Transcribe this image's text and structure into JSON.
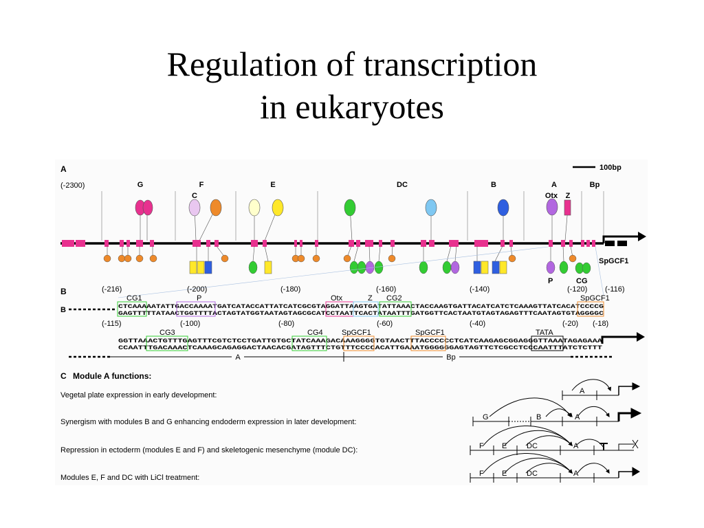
{
  "slide": {
    "title_line1": "Regulation of transcription",
    "title_line2": "in eukaryotes"
  },
  "panel_a": {
    "label": "A",
    "position_label": "(-2300)",
    "scale_label": "100bp",
    "modules": [
      "G",
      "F",
      "E",
      "DC",
      "B",
      "A",
      "Bp"
    ],
    "factor_labels": {
      "c": "C",
      "otx": "Otx",
      "z": "Z",
      "p": "P",
      "cg": "CG",
      "spgcf1": "SpGCF1"
    }
  },
  "panel_b": {
    "label": "B",
    "strand_label": "B",
    "row1": {
      "positions": [
        "(-216)",
        "(-200)",
        "(-180)",
        "(-160)",
        "(-140)",
        "(-120)",
        "(-116)"
      ],
      "sites": [
        "CG1",
        "P",
        "Otx",
        "Z",
        "CG2",
        "SpGCF1"
      ],
      "top_seq": "CTCAAAAATATTGACCAAAATGATCATACCATTATCATCGCGTAGGATTAAGTGATATTAAACTACCAAGTGATTACATCATCTCAAAGTTATCACATCCCCG",
      "bottom_seq": "GAGTTTTTATAACTGGTTTTACTAGTATGGTAATAGTAGCGCATCCTAATTCACTATAATTTGATGGTTCACTAATGTAGTAGAGTTTCAATAGTGTAGGGGC"
    },
    "row2": {
      "positions": [
        "(-115)",
        "(-100)",
        "(-80)",
        "(-60)",
        "(-40)",
        "(-20)",
        "(-18)"
      ],
      "sites": [
        "CG3",
        "CG4",
        "SpGCF1",
        "SpGCF1",
        "TATA"
      ],
      "top_seq": "GGTTAAACTGTTTGAGTTTCGTCTCCTGATTGTGCTATCAAAGACAAAGGGGTGTAACTTTACCCCCCTCATCAAGAGCGGAGGGTTAAATAGAGAAA",
      "bottom_seq": "CCAATTTGACAAACTCAAAGCAGAGGACTAACACGATAGTTTCTGTTTCCCCACATTGAAATGGGGGGAGTAGTTCTCGCCTCCCAATTTATCTCTTT"
    },
    "region_labels": [
      "A",
      "Bp"
    ]
  },
  "panel_c": {
    "label": "C",
    "heading": "Module A functions:",
    "rows": [
      {
        "text": "Vegetal plate expression in early development:",
        "modules": [
          "A"
        ]
      },
      {
        "text": "Synergism with modules B and G enhancing endoderm expression in later development:",
        "modules": [
          "G",
          "B",
          "A"
        ]
      },
      {
        "text": "Repression in ectoderm (modules E and F) and skeletogenic mesenchyme (module DC):",
        "modules": [
          "F",
          "E",
          "DC",
          "A"
        ]
      },
      {
        "text": "Modules E, F and DC with LiCl treatment:",
        "modules": [
          "F",
          "E",
          "DC",
          "A"
        ]
      }
    ]
  },
  "colors": {
    "magenta": "#e8318f",
    "orange": "#ee8a2a",
    "green": "#33cc33",
    "yellow": "#ffe82a",
    "blue": "#2f5fe0",
    "purple": "#b267e0",
    "light_blue": "#7fc8f2",
    "pale_yellow": "#ffffcc",
    "lilac": "#e9c7f0"
  }
}
